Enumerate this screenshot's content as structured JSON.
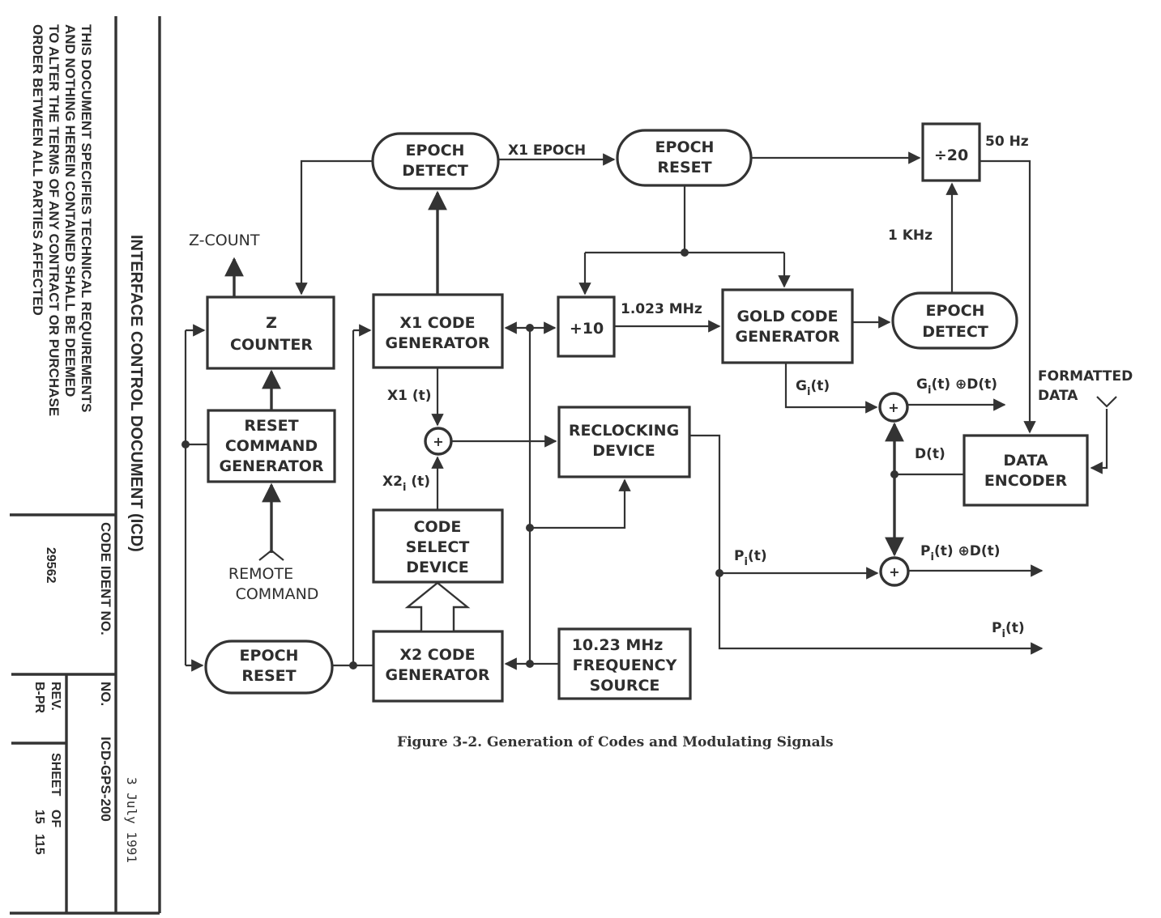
{
  "title_block": {
    "notice_lines": [
      "THIS DOCUMENT SPECIFIES TECHNICAL REQUIREMENTS",
      "AND NOTHING HEREIN CONTAINED SHALL BE DEEMED",
      "TO ALTER THE TERMS OF ANY CONTRACT OR PURCHASE",
      "ORDER BETWEEN ALL PARTIES AFFECTED"
    ],
    "document_title": "INTERFACE CONTROL DOCUMENT (ICD)",
    "code_ident_label": "CODE IDENT NO.",
    "code_ident_value": "29562",
    "no_label": "NO.",
    "no_value": "ICD-GPS-200",
    "rev_label": "REV.",
    "rev_value": "B-PR",
    "sheet_label": "SHEET",
    "of_label": "OF",
    "sheet_value": "15",
    "of_value": "115",
    "date": "3 July 1991"
  },
  "diagram": {
    "blocks": {
      "epoch_detect_top": [
        "EPOCH",
        "DETECT"
      ],
      "epoch_reset_top": [
        "EPOCH",
        "RESET"
      ],
      "div20": "÷20",
      "z_counter": [
        "Z",
        "COUNTER"
      ],
      "x1_code_gen": [
        "X1 CODE",
        "GENERATOR"
      ],
      "div10": "+10",
      "gold_code_gen": [
        "GOLD CODE",
        "GENERATOR"
      ],
      "epoch_detect_right": [
        "EPOCH",
        "DETECT"
      ],
      "reset_cmd_gen": [
        "RESET",
        "COMMAND",
        "GENERATOR"
      ],
      "reclocking": [
        "RECLOCKING",
        "DEVICE"
      ],
      "data_encoder": [
        "DATA",
        "ENCODER"
      ],
      "code_select": [
        "CODE",
        "SELECT",
        "DEVICE"
      ],
      "epoch_reset_bottom": [
        "EPOCH",
        "RESET"
      ],
      "x2_code_gen": [
        "X2 CODE",
        "GENERATOR"
      ],
      "freq_source": [
        "10.23 MHz",
        "FREQUENCY",
        "SOURCE"
      ]
    },
    "labels": {
      "x1_epoch": "X1 EPOCH",
      "hz50": "50 Hz",
      "khz1": "1 KHz",
      "z_count": "Z-COUNT",
      "mhz1023": "1.023 MHz",
      "x1t": "X1 (t)",
      "x2it_main": "X2",
      "x2it_sub": "i",
      "x2it_tail": " (t)",
      "git_main": "G",
      "git_sub": "i",
      "git_tail": "(t)",
      "git_xor_d": "(t) ⊕D(t)",
      "formatted_data": [
        "FORMATTED",
        "DATA"
      ],
      "dt": "D(t)",
      "remote_command": [
        "REMOTE",
        "COMMAND"
      ],
      "pit_main": "P",
      "pit_sub": "i",
      "pit_tail": "(t)",
      "pit_xor_d": "(t) ⊕D(t)",
      "xor_symbol": "+"
    },
    "caption": "Figure 3-2.  Generation of Codes and Modulating Signals"
  }
}
